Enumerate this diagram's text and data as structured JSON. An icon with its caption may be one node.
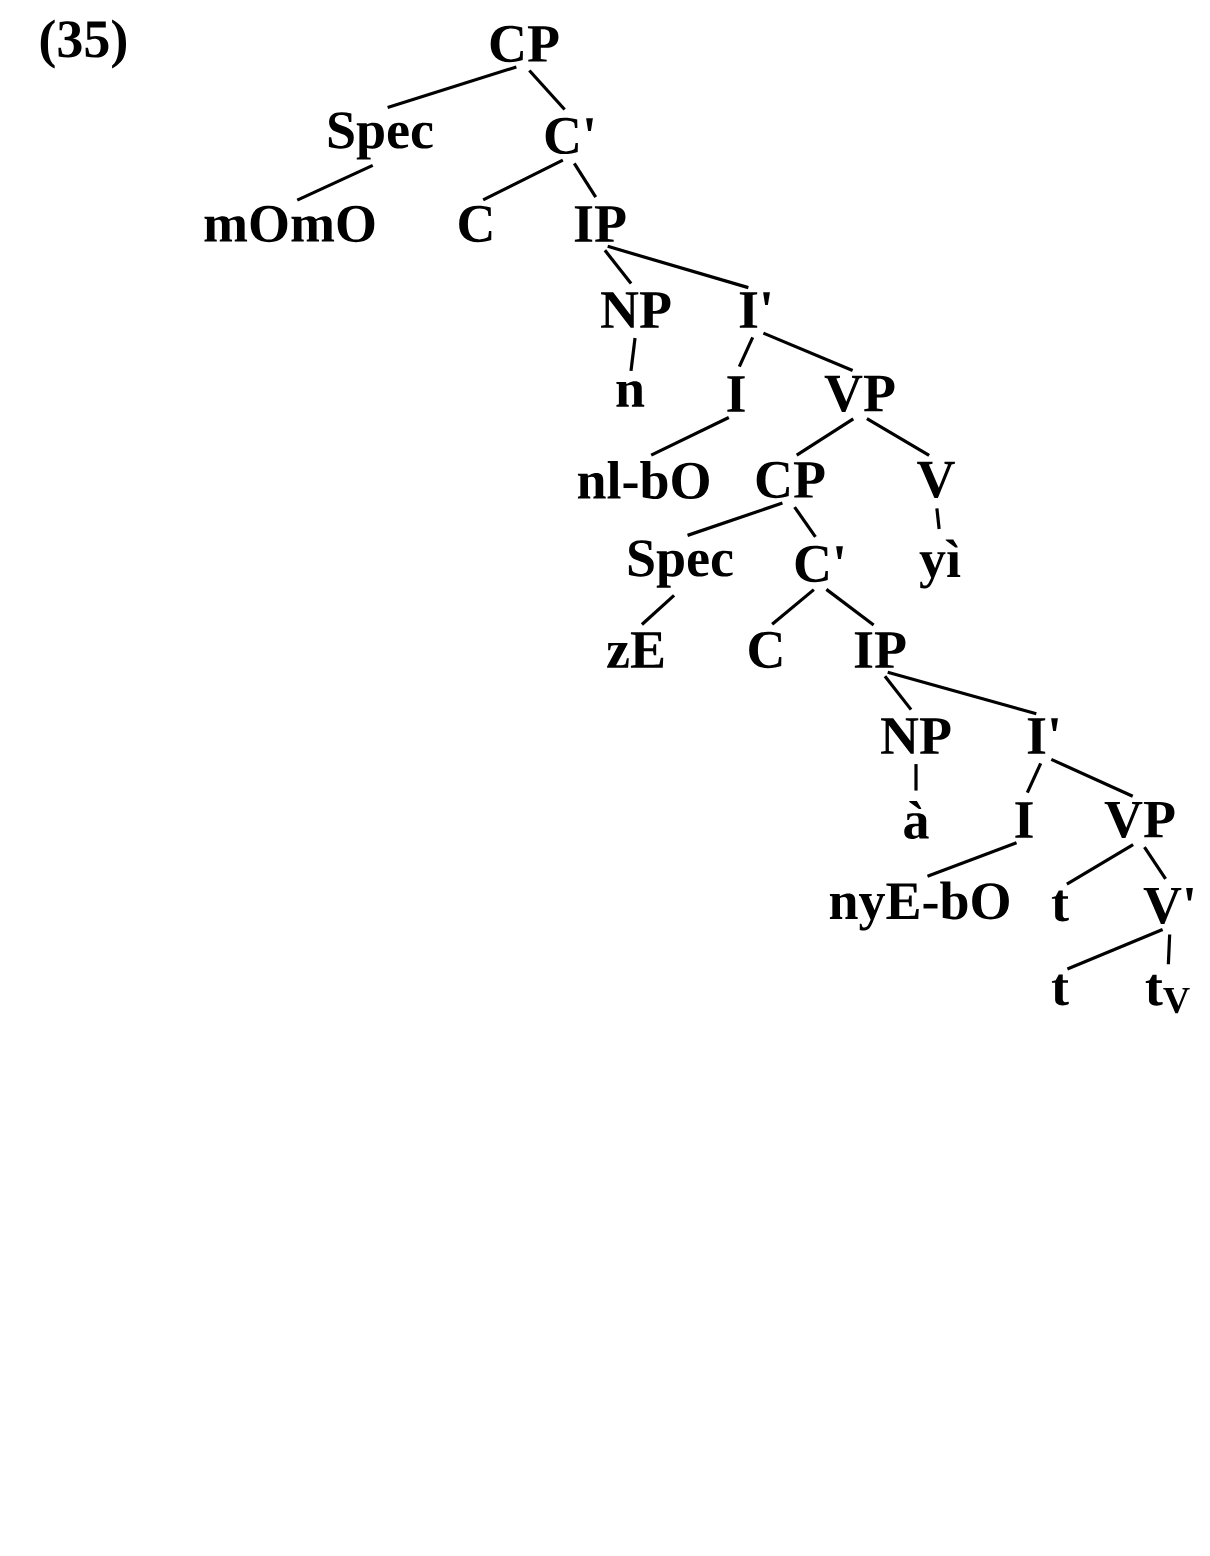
{
  "diagram": {
    "nodes": [
      {
        "text": [
          "CP"
        ]
      },
      {
        "text": [
          "Spec"
        ]
      },
      {
        "text": [
          "C'"
        ]
      },
      {
        "text": [
          "mOmO"
        ]
      },
      {
        "text": [
          "C"
        ]
      },
      {
        "text": [
          "IP"
        ]
      },
      {
        "text": [
          "NP"
        ]
      },
      {
        "text": [
          "I'"
        ]
      },
      {
        "text": [
          "n"
        ]
      },
      {
        "text": [
          "I"
        ]
      },
      {
        "text": [
          "VP"
        ]
      },
      {
        "text": [
          "nl-bO"
        ]
      },
      {
        "text": [
          "CP"
        ]
      },
      {
        "text": [
          "V"
        ]
      },
      {
        "text": [
          "Spec"
        ]
      },
      {
        "text": [
          "C'"
        ]
      },
      {
        "text": [
          "yì"
        ]
      },
      {
        "text": [
          "zE"
        ]
      },
      {
        "text": [
          "C"
        ]
      },
      {
        "text": [
          "IP"
        ]
      },
      {
        "text": [
          "NP"
        ]
      },
      {
        "text": [
          "I'"
        ]
      },
      {
        "text": [
          "à"
        ]
      },
      {
        "text": [
          "I"
        ]
      },
      {
        "text": [
          "VP"
        ]
      },
      {
        "text": [
          "nyE-bO"
        ]
      },
      {
        "text": [
          "t"
        ]
      },
      {
        "text": [
          "V'"
        ]
      },
      {
        "text": [
          "t"
        ]
      },
      {
        "text": [
          "t$_{V}$"
        ]
      }
    ],
    "edges": [
      {
        "from": 0,
        "to": 1,
        "arrow": "none"
      },
      {
        "from": 0,
        "to": 2,
        "arrow": "none"
      },
      {
        "from": 1,
        "to": 3,
        "arrow": "none"
      },
      {
        "from": 2,
        "to": 4,
        "arrow": "none"
      },
      {
        "from": 2,
        "to": 5,
        "arrow": "none"
      },
      {
        "from": 5,
        "to": 6,
        "arrow": "none"
      },
      {
        "from": 5,
        "to": 7,
        "arrow": "none"
      },
      {
        "from": 6,
        "to": 8,
        "arrow": "none"
      },
      {
        "from": 7,
        "to": 9,
        "arrow": "none"
      },
      {
        "from": 7,
        "to": 10,
        "arrow": "none"
      },
      {
        "from": 9,
        "to": 11,
        "arrow": "none"
      },
      {
        "from": 10,
        "to": 12,
        "arrow": "none"
      },
      {
        "from": 10,
        "to": 13,
        "arrow": "none"
      },
      {
        "from": 12,
        "to": 14,
        "arrow": "none"
      },
      {
        "from": 12,
        "to": 15,
        "arrow": "none"
      },
      {
        "from": 13,
        "to": 16,
        "arrow": "none"
      },
      {
        "from": 14,
        "to": 17,
        "arrow": "none"
      },
      {
        "from": 15,
        "to": 18,
        "arrow": "none"
      },
      {
        "from": 15,
        "to": 19,
        "arrow": "none"
      },
      {
        "from": 19,
        "to": 20,
        "arrow": "none"
      },
      {
        "from": 19,
        "to": 21,
        "arrow": "none"
      },
      {
        "from": 20,
        "to": 22,
        "arrow": "none"
      },
      {
        "from": 21,
        "to": 23,
        "arrow": "none"
      },
      {
        "from": 21,
        "to": 24,
        "arrow": "none"
      },
      {
        "from": 23,
        "to": 25,
        "arrow": "none"
      },
      {
        "from": 24,
        "to": 26,
        "arrow": "none"
      },
      {
        "from": 24,
        "to": 27,
        "arrow": "none"
      },
      {
        "from": 27,
        "to": 28,
        "arrow": "none"
      },
      {
        "from": 27,
        "to": 29,
        "arrow": "none"
      }
    ],
    "labels": [
      "(35)"
    ]
  }
}
